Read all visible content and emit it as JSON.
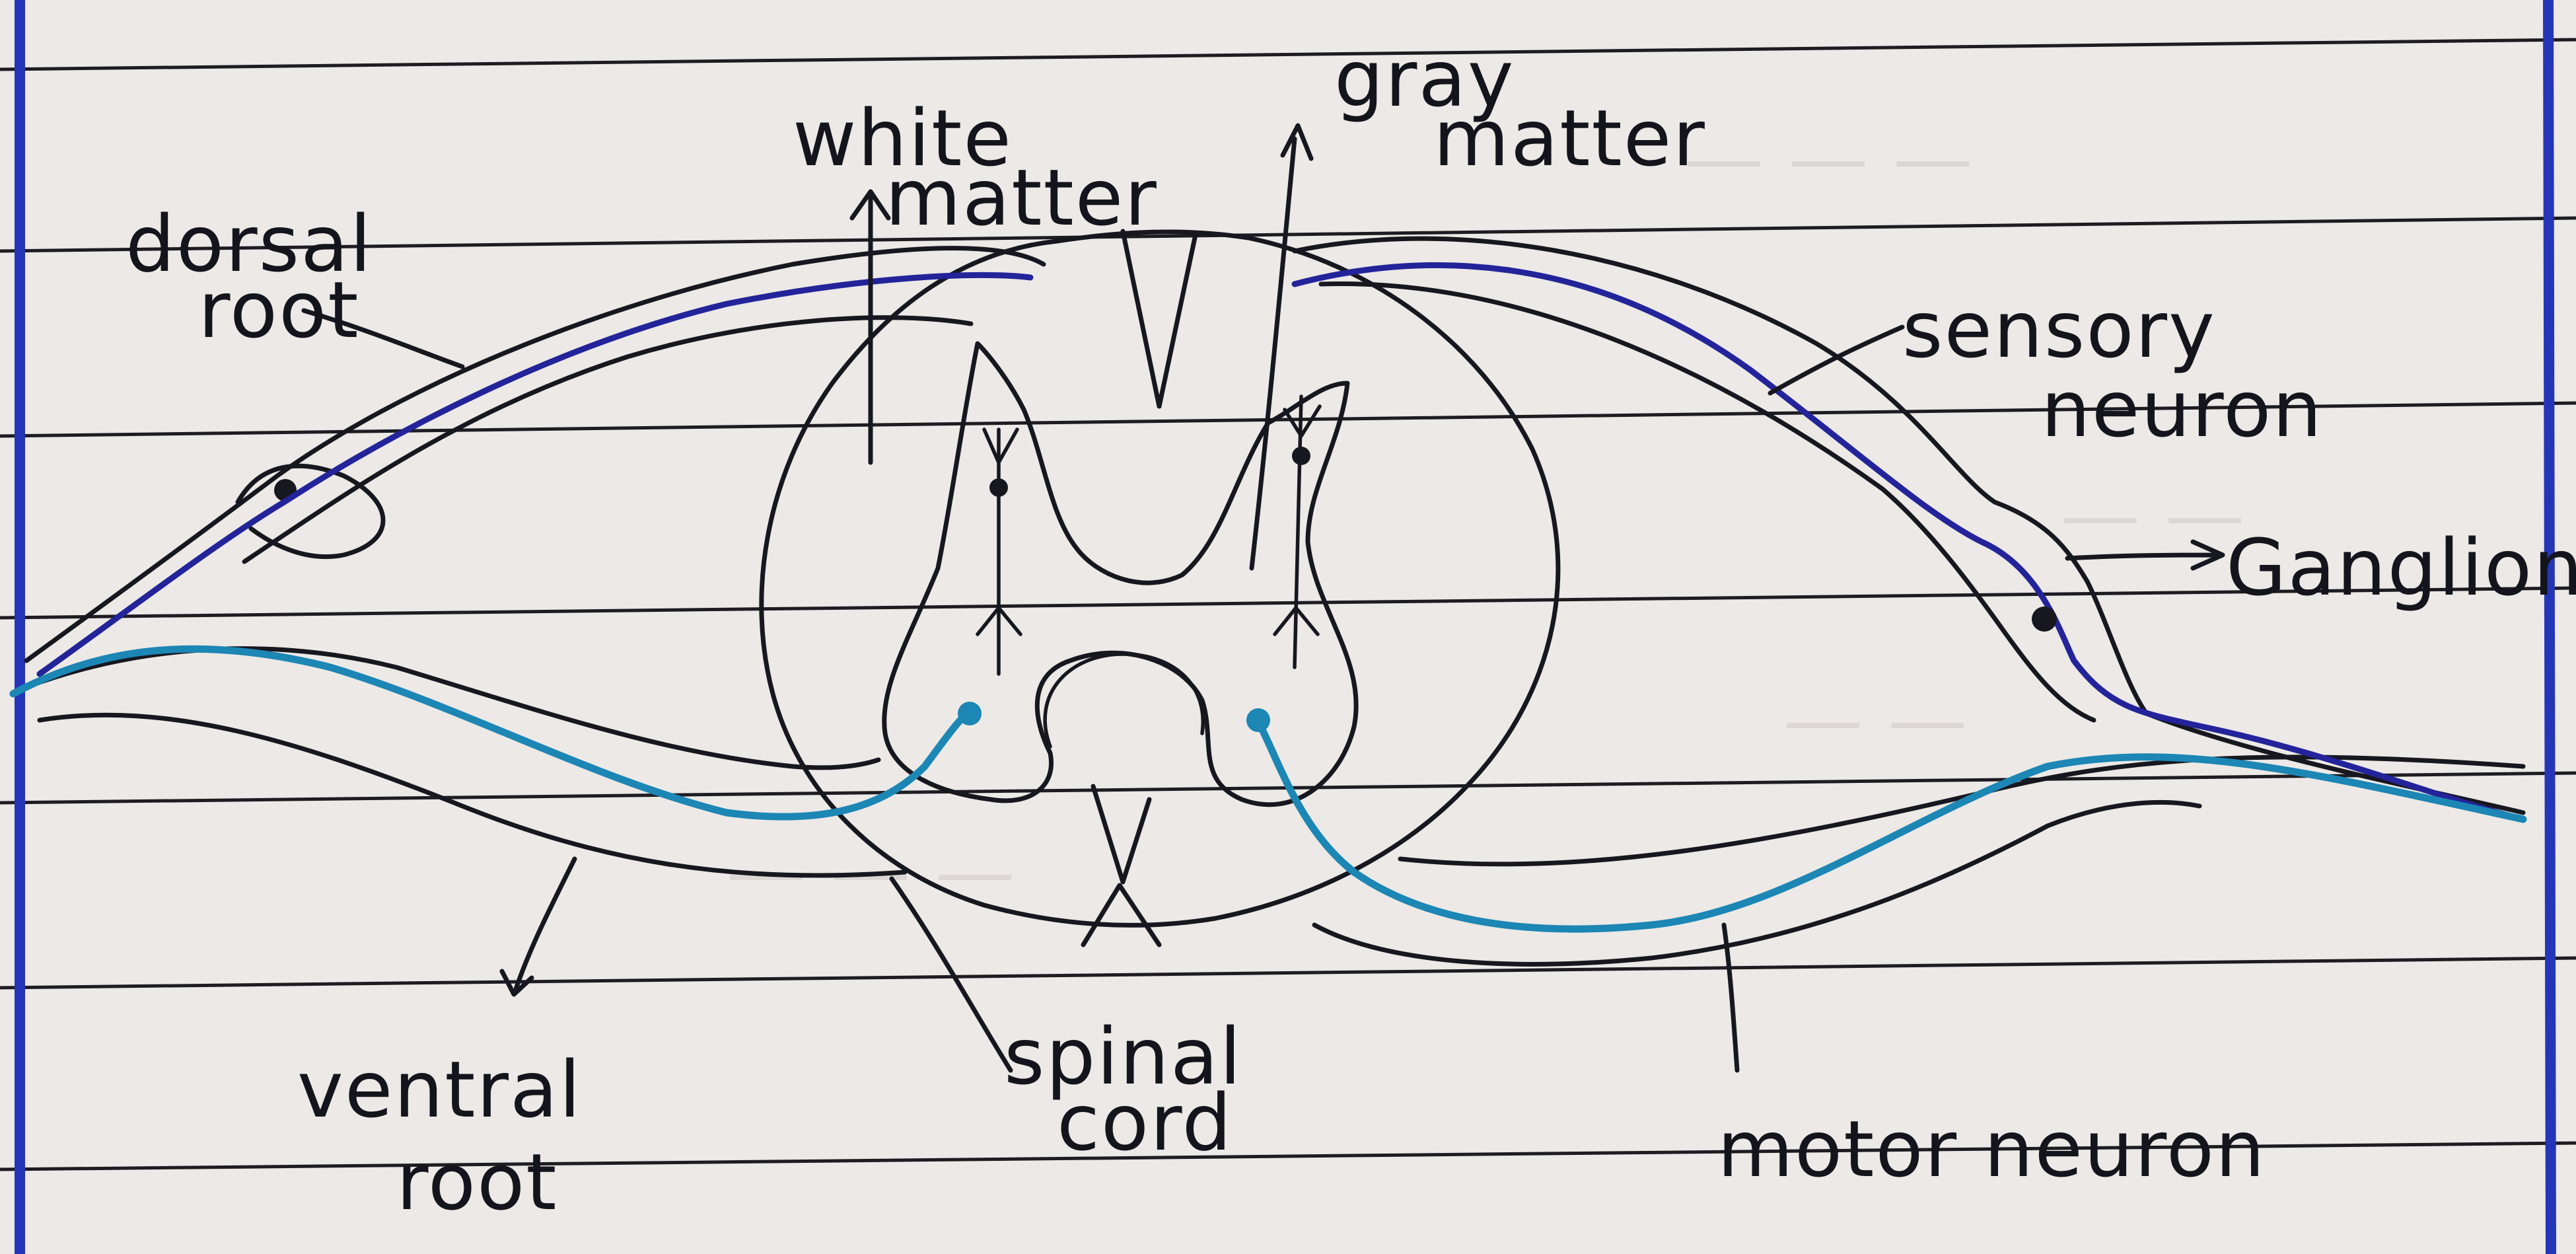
{
  "labels": {
    "dorsal_root_1": "dorsal",
    "dorsal_root_2": "root",
    "white_matter_1": "white",
    "white_matter_2": "matter",
    "gray_matter_1": "gray",
    "gray_matter_2": "matter",
    "sensory_neuron_1": "sensory",
    "sensory_neuron_2": "neuron",
    "ganglion": "Ganglion",
    "ventral_root_1": "ventral",
    "ventral_root_2": "root",
    "spinal_cord_1": "spinal",
    "spinal_cord_2": "cord",
    "motor_neuron": "motor neuron"
  },
  "colors": {
    "paper": "#ece9e6",
    "ink": "#17171f",
    "sensory_neuron": "#23249a",
    "motor_neuron": "#1c86b4",
    "margin_line": "#2535b8"
  }
}
